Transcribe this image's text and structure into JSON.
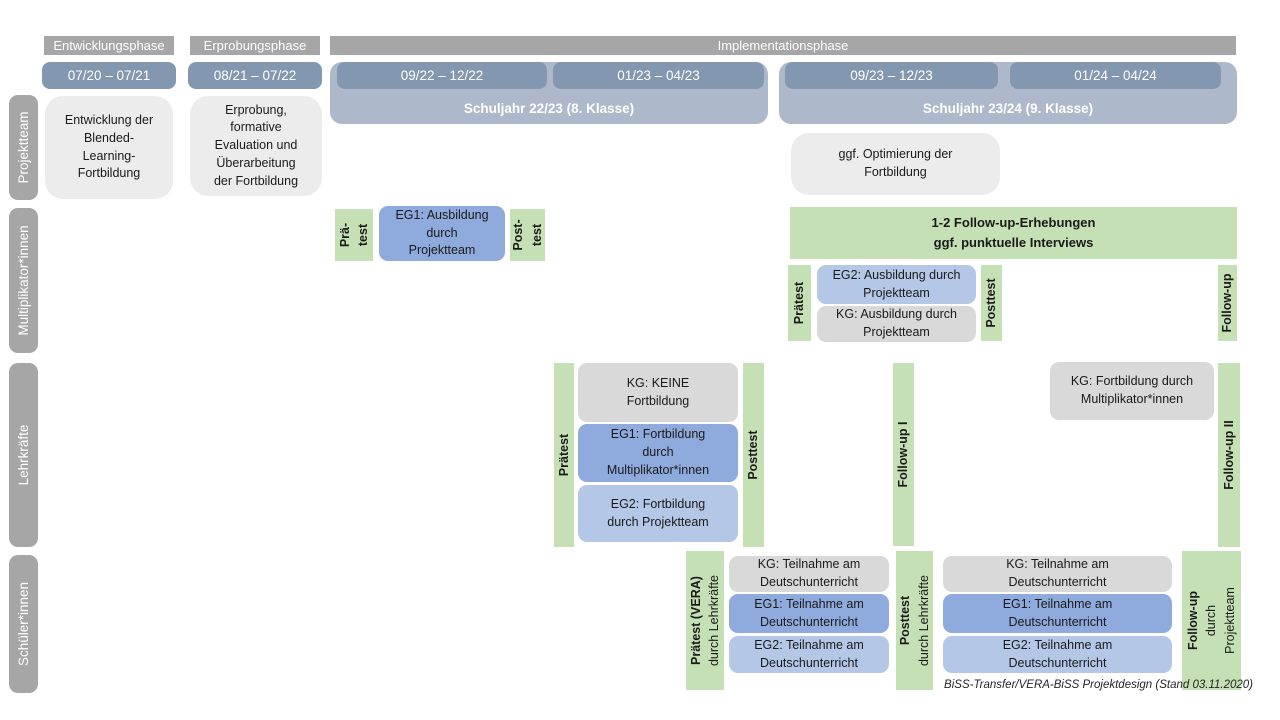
{
  "colors": {
    "phase_header_gray": "#a6a6a6",
    "row_label_gray": "#a6a6a6",
    "date_bar_blue": "#8497b0",
    "school_year_band_blue": "#adb9ca",
    "project_box_gray": "#ececec",
    "kg_gray": "#d9d9d9",
    "eg1_blue": "#8faadc",
    "eg2_blue": "#b4c7e7",
    "test_green": "#c5e0b4",
    "text_dark": "#1a1a1a",
    "text_white": "#ffffff"
  },
  "phases": {
    "entwicklung": "Entwicklungsphase",
    "erprobung": "Erprobungsphase",
    "implementation": "Implementationsphase"
  },
  "dates": [
    "07/20 – 07/21",
    "08/21 – 07/22",
    "09/22 – 12/22",
    "01/23 – 04/23",
    "09/23 – 12/23",
    "01/24 – 04/24"
  ],
  "school_years": [
    "Schuljahr 22/23 (8. Klasse)",
    "Schuljahr 23/24 (9. Klasse)"
  ],
  "row_labels": [
    "Projektteam",
    "Multiplikator*innen",
    "Lehrkräfte",
    "Schüler*innen"
  ],
  "projektteam": {
    "entwicklung_box": "Entwicklung der\nBlended-\nLearning-\nFortbildung",
    "erprobung_box": "Erprobung,\nformative\nEvaluation und\nÜberarbeitung\nder Fortbildung",
    "optimierung_box": "ggf. Optimierung der\nFortbildung"
  },
  "multiplikatoren": {
    "praetest_1": "Prä-\ntest",
    "eg1_box": "EG1: Ausbildung\ndurch\nProjektteam",
    "posttest_1": "Post-\ntest",
    "followup_box": "1-2 Follow-up-Erhebungen\nggf. punktuelle Interviews",
    "praetest_2": "Prätest",
    "eg2_box": "EG2: Ausbildung durch\nProjektteam",
    "kg_box": "KG: Ausbildung durch\nProjektteam",
    "posttest_2": "Posttest",
    "followup": "Follow-up"
  },
  "lehrkraefte": {
    "praetest": "Prätest",
    "kg_box": "KG: KEINE\nFortbildung",
    "eg1_box": "EG1: Fortbildung\ndurch\nMultiplikator*innen",
    "eg2_box": "EG2: Fortbildung\ndurch Projektteam",
    "posttest": "Posttest",
    "followup_1": "Follow-up I",
    "kg2_box": "KG: Fortbildung durch\nMultiplikator*innen",
    "followup_2": "Follow-up II"
  },
  "schueler": {
    "praetest_title": "Prätest (VERA)",
    "praetest_sub": "durch Lehrkräfte",
    "kg_box_a": "KG: Teilnahme am\nDeutschunterricht",
    "eg1_box_a": "EG1: Teilnahme am\nDeutschunterricht",
    "eg2_box_a": "EG2: Teilnahme am\nDeutschunterricht",
    "posttest_title": "Posttest",
    "posttest_sub": "durch Lehrkräfte",
    "kg_box_b": "KG: Teilnahme am\nDeutschunterricht",
    "eg1_box_b": "EG1: Teilnahme am\nDeutschunterricht",
    "eg2_box_b": "EG2: Teilnahme am\nDeutschunterricht",
    "followup_title": "Follow-up",
    "followup_sub": "durch\nProjektteam"
  },
  "footer": "BiSS-Transfer/VERA-BiSS Projektdesign (Stand 03.11.2020)"
}
